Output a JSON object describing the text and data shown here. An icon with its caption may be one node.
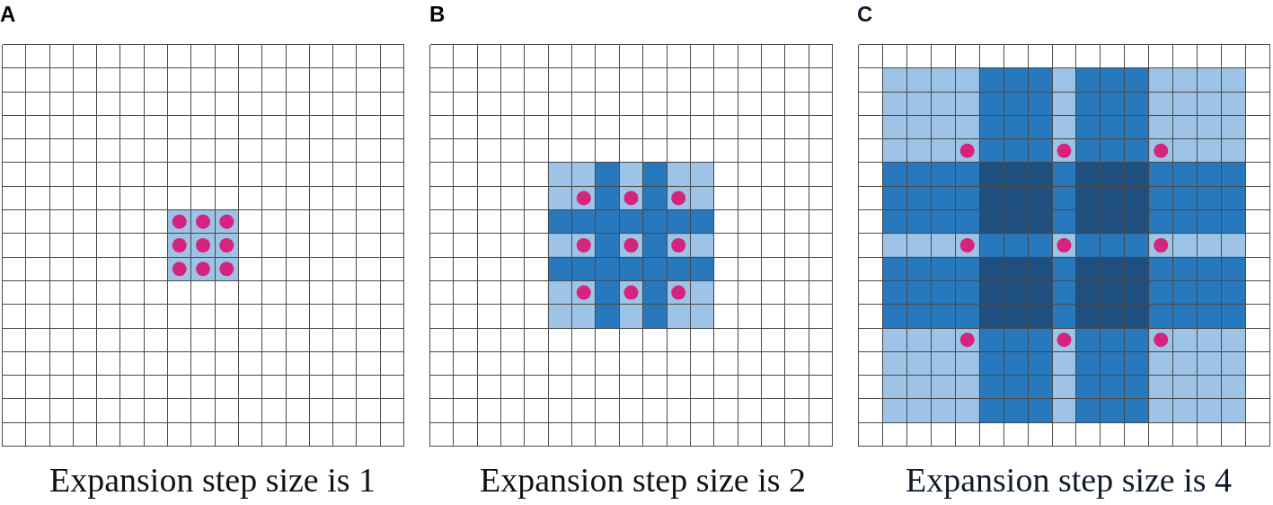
{
  "diagram": {
    "labels": [
      "A",
      "B",
      "C",
      "Expansion step size is 1",
      "Expansion step size is 2",
      "Expansion step size is 4"
    ]
  }
}
